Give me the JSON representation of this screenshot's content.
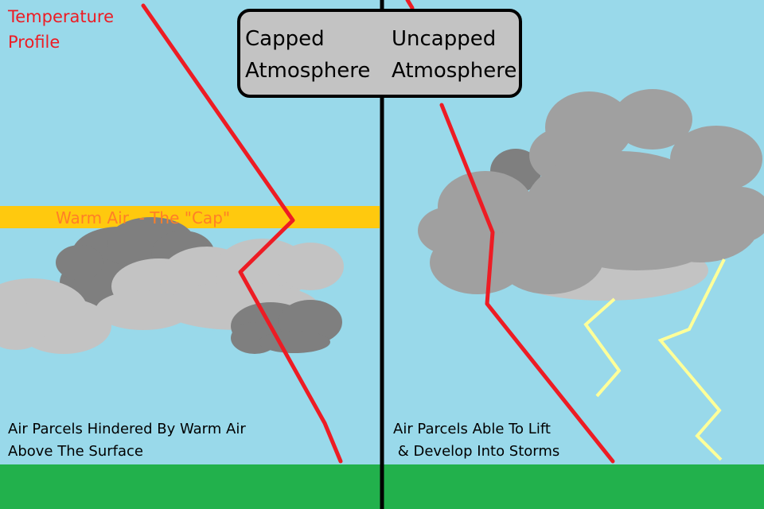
{
  "profile_label": "Temperature\nProfile",
  "cap_band_label": "Warm Air  - The \"Cap\"",
  "sign": {
    "left": "Capped\nAtmosphere",
    "right": "Uncapped\nAtmosphere"
  },
  "captions": {
    "left": "Air Parcels Hindered By Warm Air\nAbove The Surface",
    "right": "Air Parcels Able To Lift\n & Develop Into Storms"
  },
  "colors": {
    "sky": "#99d9ea",
    "ground": "#22b14c",
    "cap_band": "#ffc90e",
    "cap_text": "#ff7f27",
    "temperature_line": "#ed1c24",
    "light_cloud": "#c3c3c3",
    "dark_cloud": "#7f7f7f",
    "lightning": "#ffff99",
    "sign_fill": "#c3c3c3"
  },
  "icons": [
    "cloud-icon",
    "storm-cloud-icon",
    "lightning-icon"
  ]
}
